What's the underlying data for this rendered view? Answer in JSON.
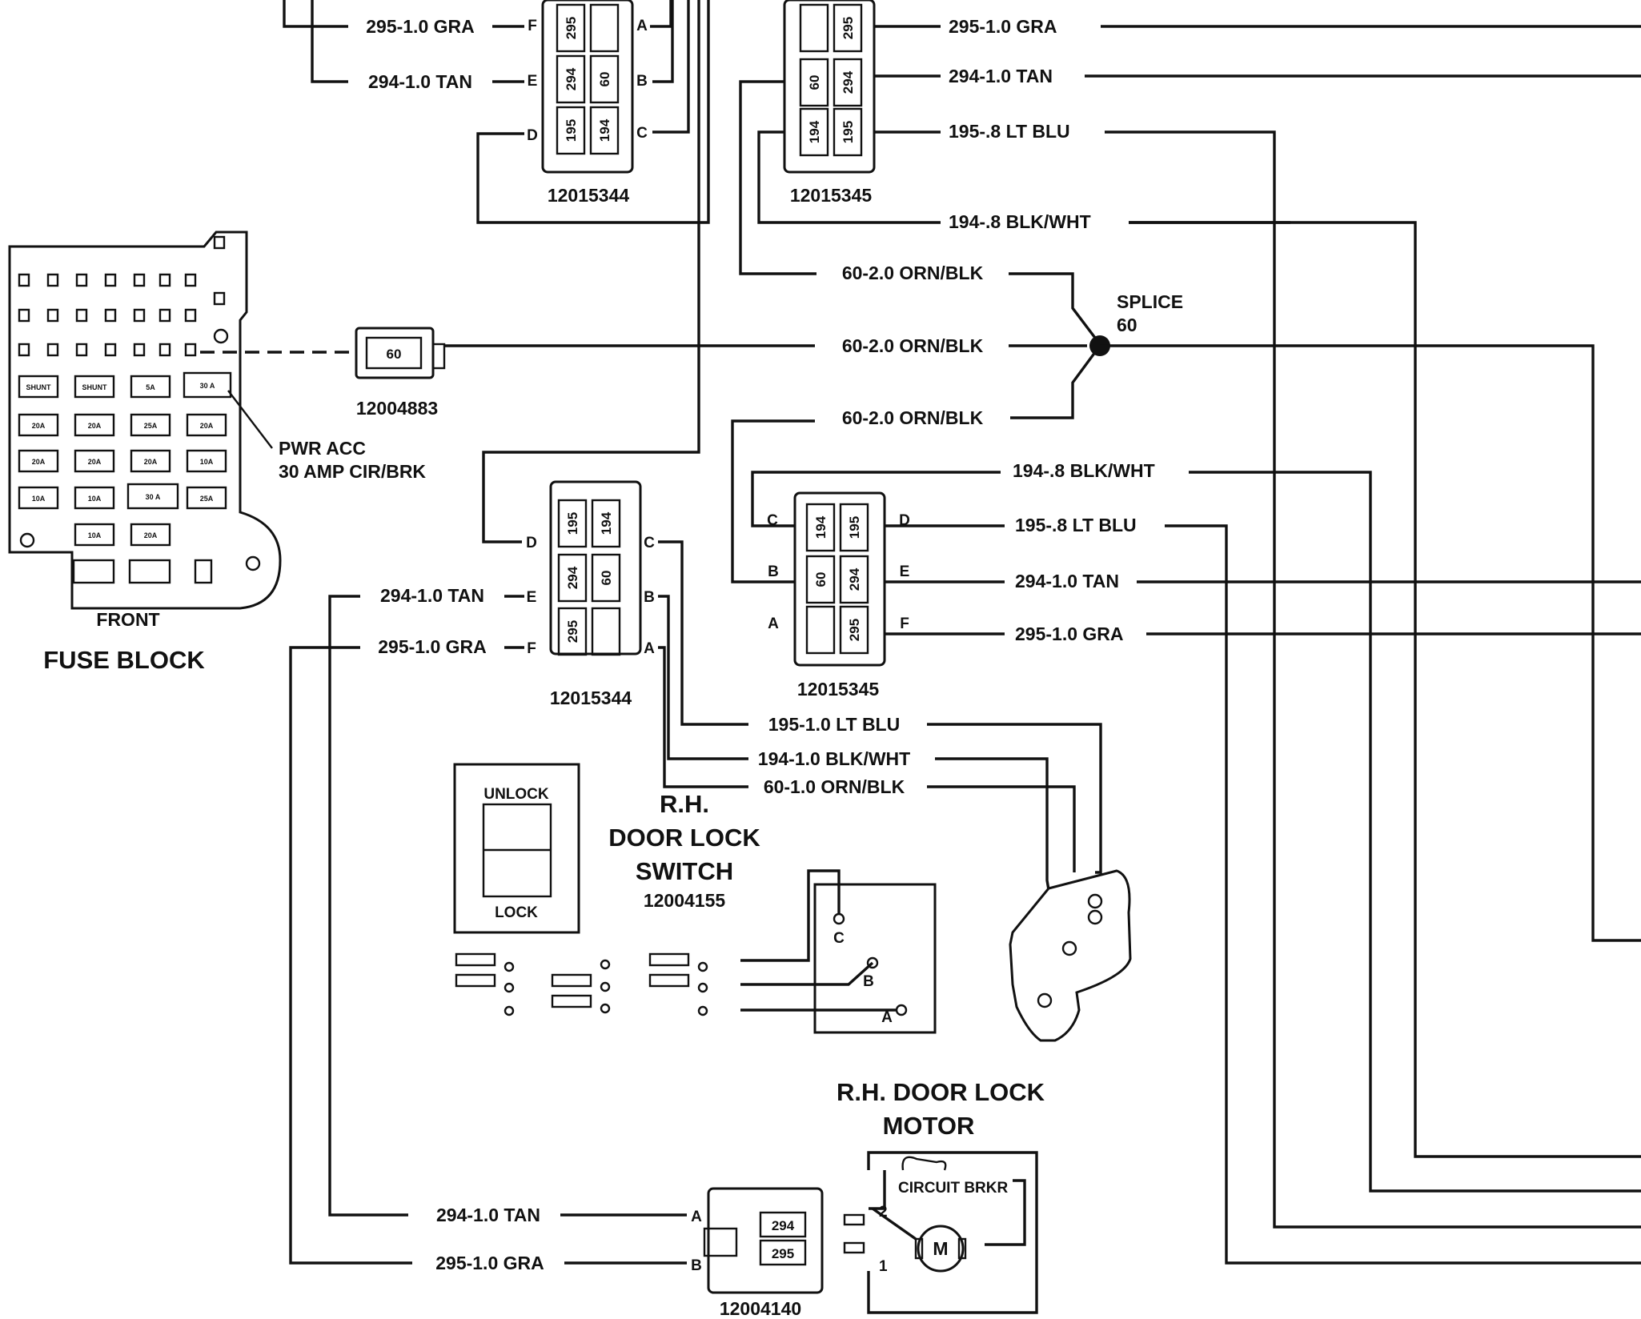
{
  "fuse_block": {
    "title": "FUSE BLOCK",
    "front": "FRONT",
    "pwr_acc_1": "PWR ACC",
    "pwr_acc_2": "30 AMP CIR/BRK",
    "fuses": [
      "SHUNT",
      "SHUNT",
      "5A",
      "30 A",
      "20A",
      "20A",
      "25A",
      "20A",
      "20A",
      "20A",
      "20A",
      "10A",
      "10A",
      "10A",
      "30 A",
      "25A",
      "10A",
      "20A"
    ]
  },
  "top_left_connector": {
    "part_no": "12015344",
    "cavities": [
      "295",
      "294",
      "60",
      "195",
      "194"
    ],
    "wire_f": "295-1.0 GRA",
    "wire_e": "294-1.0 TAN",
    "pins": {
      "f": "F",
      "e": "E",
      "d": "D",
      "a": "A",
      "b": "B",
      "c": "C"
    }
  },
  "top_right_connector": {
    "part_no": "12015345",
    "cavities": [
      "295",
      "60",
      "294",
      "194",
      "195"
    ],
    "wire_1": "295-1.0 GRA",
    "wire_2": "294-1.0 TAN",
    "wire_3": "195-.8 LT BLU",
    "wire_4": "194-.8 BLK/WHT"
  },
  "splice": {
    "label_1": "SPLICE",
    "label_2": "60",
    "wire_in": "60-2.0 ORN/BLK",
    "wire_mid": "60-2.0 ORN/BLK",
    "wire_out": "60-2.0 ORN/BLK"
  },
  "fuse_connector": {
    "part_no": "12004883",
    "cavity": "60"
  },
  "mid_left_connector": {
    "part_no": "12015344",
    "cavities": [
      "195",
      "194",
      "294",
      "60",
      "295"
    ],
    "wire_e": "294-1.0 TAN",
    "wire_f": "295-1.0 GRA",
    "pins": {
      "d": "D",
      "e": "E",
      "f": "F",
      "c": "C",
      "b": "B",
      "a": "A"
    }
  },
  "mid_right_connector": {
    "part_no": "12015345",
    "cavities": [
      "194",
      "195",
      "60",
      "294",
      "295"
    ],
    "wire_d": "194-.8 BLK/WHT",
    "wire_d2": "195-.8 LT BLU",
    "wire_e": "294-1.0 TAN",
    "wire_f": "295-1.0 GRA",
    "pins": {
      "c": "C",
      "d": "D",
      "b": "B",
      "e": "E",
      "a": "A",
      "f": "F"
    }
  },
  "switch_wires": {
    "w1": "195-1.0 LT BLU",
    "w2": "194-1.0 BLK/WHT",
    "w3": "60-1.0 ORN/BLK"
  },
  "switch": {
    "title_1": "R.H.",
    "title_2": "DOOR LOCK",
    "title_3": "SWITCH",
    "part_no": "12004155",
    "unlock": "UNLOCK",
    "lock": "LOCK",
    "pin_c": "C",
    "pin_b": "B",
    "pin_a": "A"
  },
  "motor": {
    "title_1": "R.H. DOOR LOCK",
    "title_2": "MOTOR",
    "breaker": "CIRCUIT BRKR",
    "m": "M",
    "pin_2": "2",
    "pin_1": "1",
    "part_no": "12004140",
    "cavities": [
      "294",
      "295"
    ],
    "wire_a": "294-1.0 TAN",
    "wire_b": "295-1.0 GRA",
    "pin_a": "A",
    "pin_b": "B"
  }
}
